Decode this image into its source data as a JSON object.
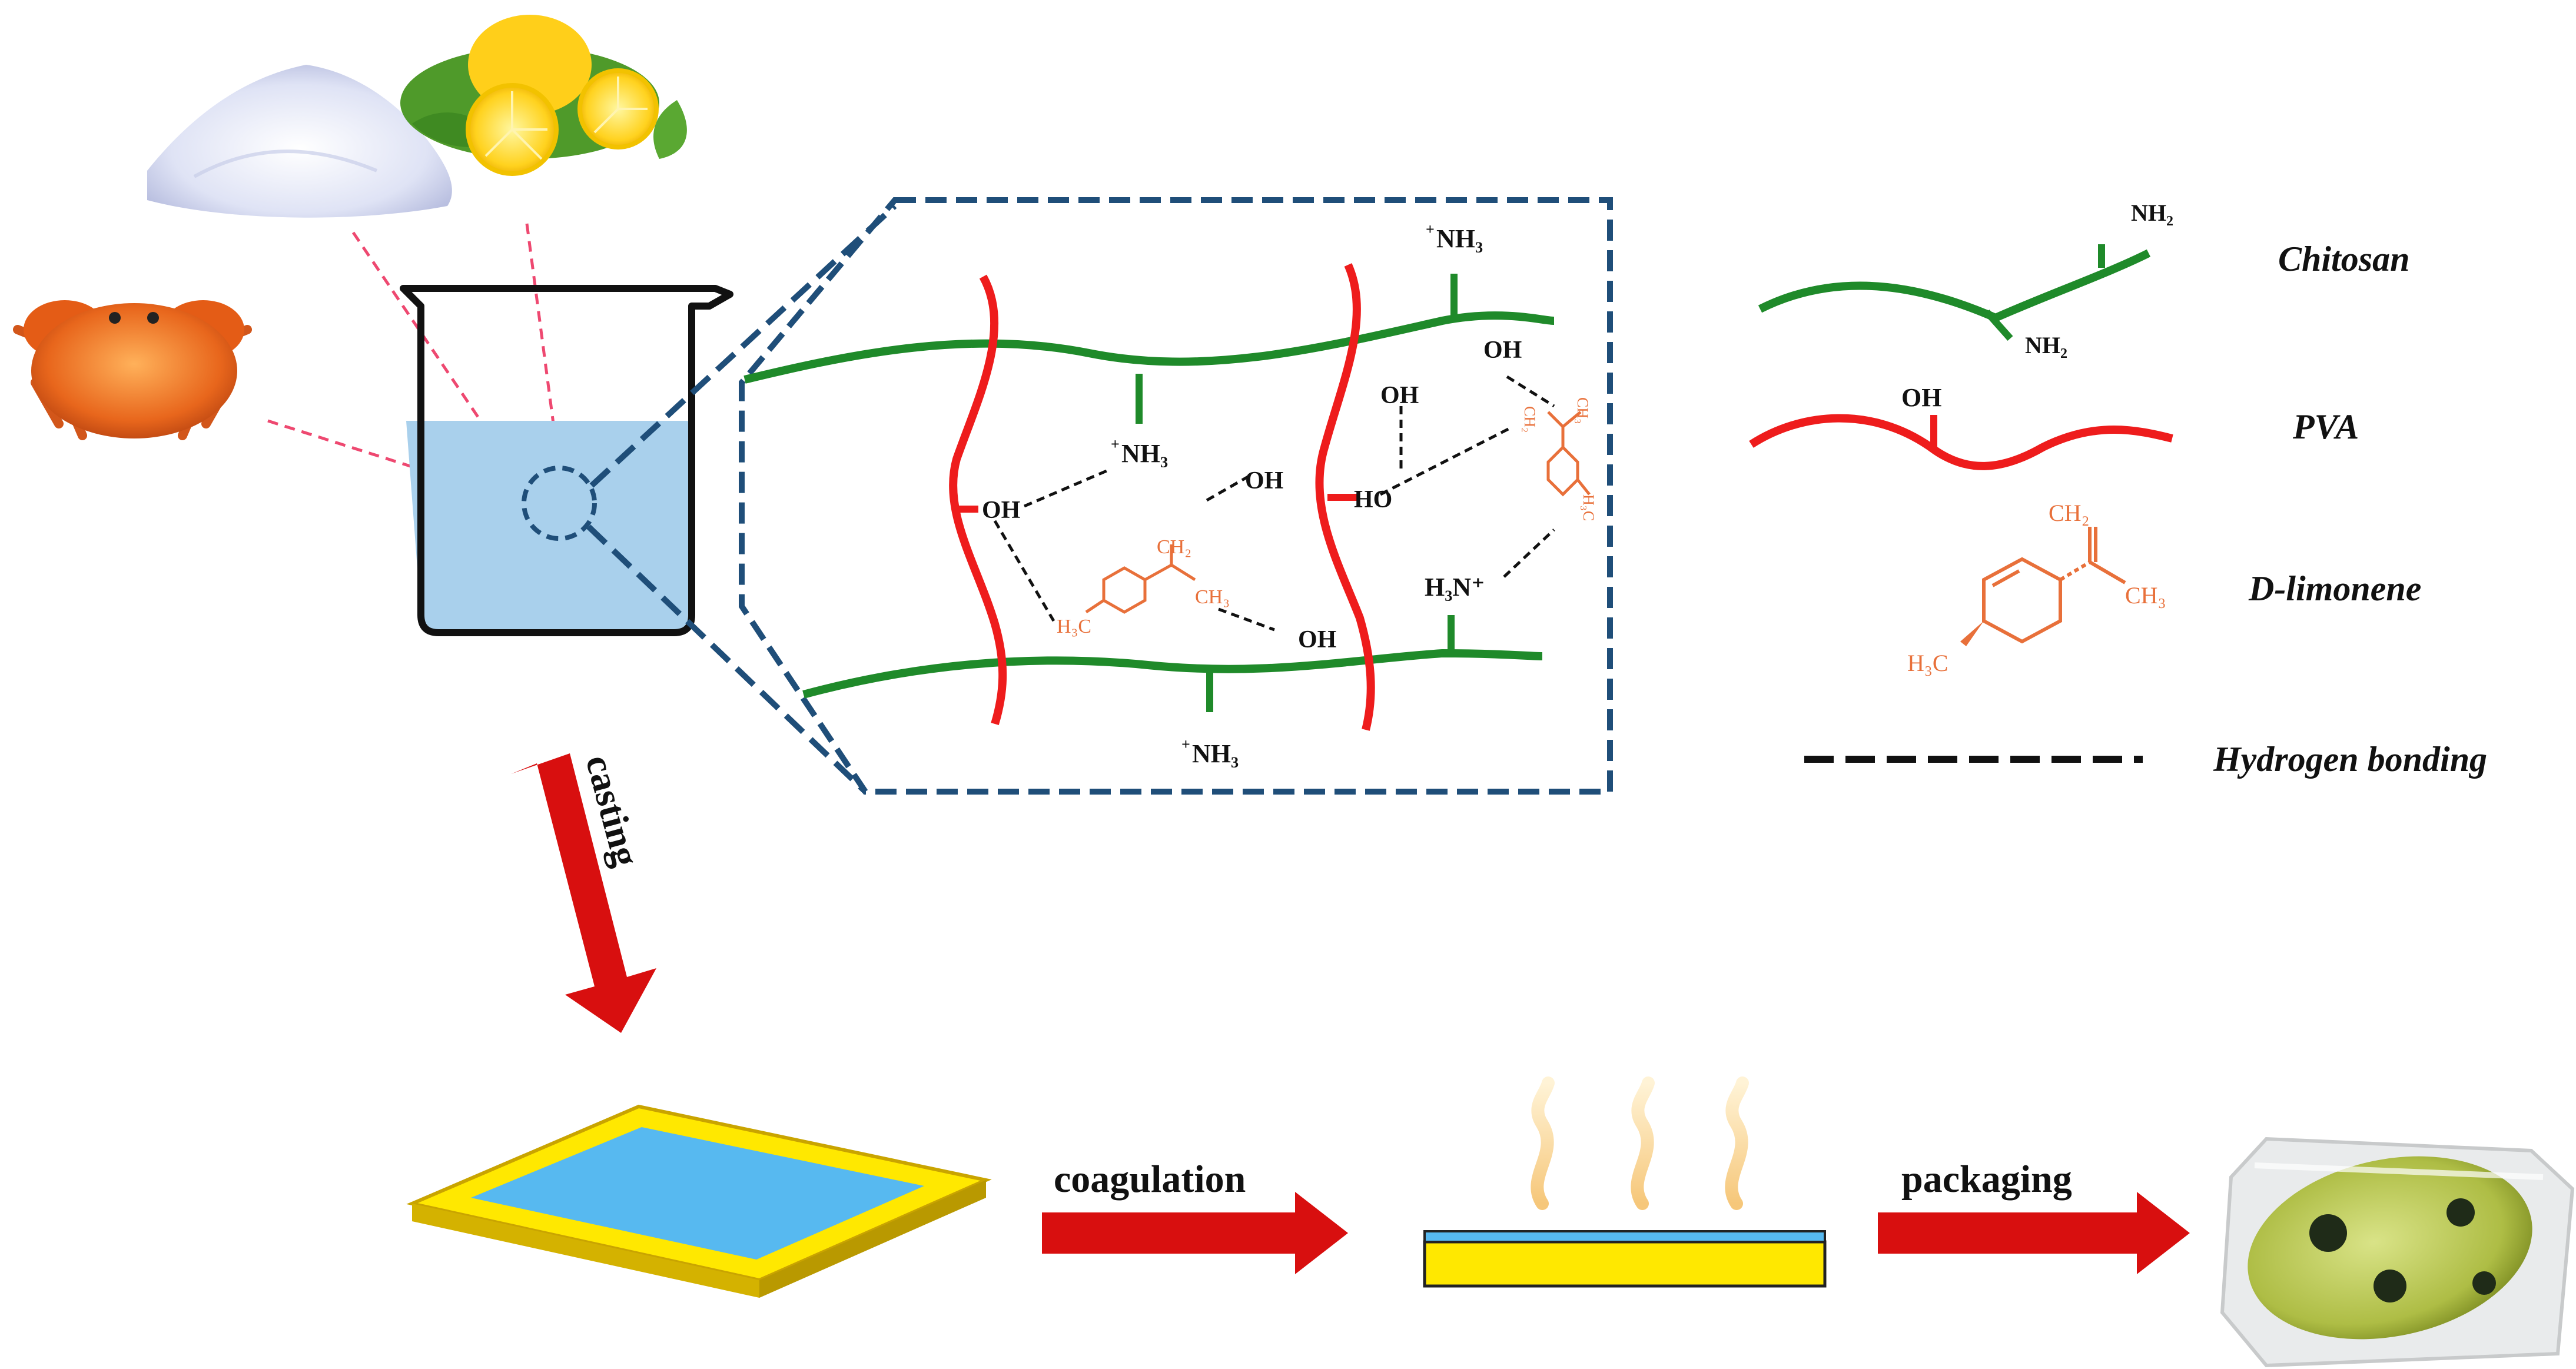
{
  "structure": {
    "nh3_top": "NH₃",
    "nh3_plus_top": "+",
    "nh3_mid": "NH₃",
    "nh3_plus_mid": "+",
    "nh3_bottom": "NH₃",
    "nh3_plus_bottom": "+",
    "h3n_plus": "H₃N⁺",
    "oh_1": "OH",
    "oh_2": "OH",
    "oh_3": "OH",
    "oh_4": "OH",
    "oh_5": "OH",
    "ho_1": "HO",
    "ch2_a": "CH₂",
    "ch3_a": "CH₃",
    "h3c_a": "H₃C",
    "ch2_b": "CH₂",
    "ch3_b": "CH₃",
    "h3c_b": "H₃C"
  },
  "legend": {
    "chitosan_label": "Chitosan",
    "chitosan_nh2_a": "NH₂",
    "chitosan_nh2_b": "NH₂",
    "pva_label": "PVA",
    "pva_oh": "OH",
    "limonene_label": "D-limonene",
    "limonene_ch2": "CH₂",
    "limonene_ch3": "CH₃",
    "limonene_h3c": "H₃C",
    "hbond_label": "Hydrogen bonding"
  },
  "process": {
    "casting": "casting",
    "coagulation": "coagulation",
    "packaging": "packaging"
  },
  "colors": {
    "chitosan": "#1f8a2a",
    "pva": "#ee1c1c",
    "limonene": "#e8703a",
    "frame": "#1f4e79",
    "arrow": "#d80f0f",
    "liquid": "#a9d0ec",
    "film_yellow": "#ffe800",
    "film_blue": "#57b9f0"
  }
}
